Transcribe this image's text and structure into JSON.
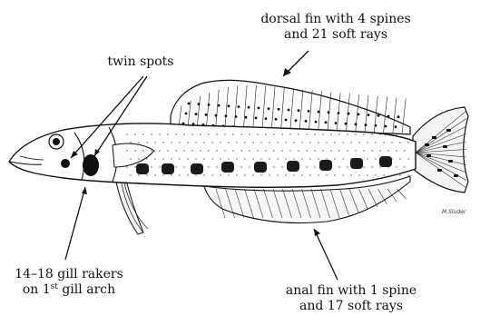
{
  "figure": {
    "labels": {
      "dorsal_fin": [
        "dorsal fin with 4 spines",
        "and 21 soft rays"
      ],
      "twin_spots": "twin spots",
      "gill_rakers": {
        "line1": "14–18 gill rakers",
        "line2_prefix": "on 1",
        "line2_sup": "st",
        "line2_suffix": " gill arch"
      },
      "anal_fin": [
        "anal fin with 1 spine",
        "and 17 soft rays"
      ]
    },
    "signature": "M.Sluder"
  },
  "colors": {
    "ink": "#111111",
    "background": "#ffffff",
    "spot": "#1a1a1a"
  }
}
